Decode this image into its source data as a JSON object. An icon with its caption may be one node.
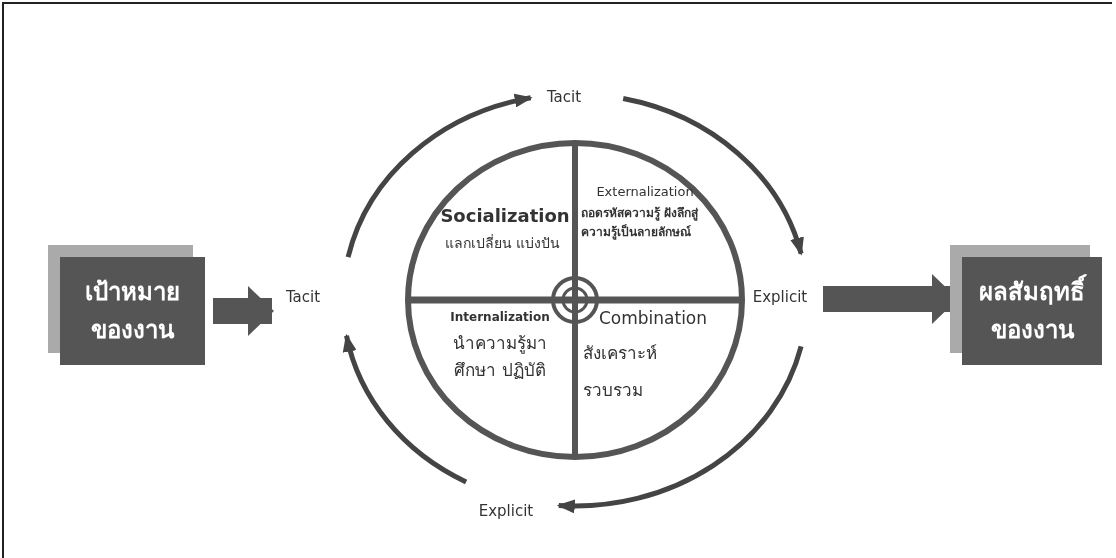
{
  "diagram": {
    "nodes": [
      {
        "text": [
          "เป้าหมาย ของงาน"
        ]
      },
      {
        "text": [
          "Tacit"
        ]
      },
      {
        "text": [
          "Tacit"
        ]
      },
      {
        "text": [
          "Explicit"
        ]
      },
      {
        "text": [
          "Explicit"
        ]
      },
      {
        "text": [
          "ผลสัมฤทธิ์ ของงาน"
        ]
      },
      {
        "text": [
          "Socialization",
          "แลกเปลี่ยน แบ่งปัน",
          "Externalization",
          "ถอดรหัสความรู้ ฝังลึกสู่ ความรู้เป็นลายลักษณ์",
          "Internalization",
          "นำความรู้มา ศึกษา ปฏิบัติ",
          "Combination",
          "สังเคราะห์ รวบรวม"
        ]
      }
    ],
    "edges": [
      {
        "from": 0,
        "to": 1,
        "arrow": "to",
        "style": "thick"
      },
      {
        "from": 1,
        "to": 2,
        "arrow": "to"
      },
      {
        "from": 2,
        "to": 3,
        "arrow": "to"
      },
      {
        "from": 3,
        "to": 4,
        "arrow": "to"
      },
      {
        "from": 4,
        "to": 1,
        "arrow": "to"
      },
      {
        "from": 3,
        "to": 5,
        "arrow": "to",
        "style": "thick"
      }
    ]
  }
}
